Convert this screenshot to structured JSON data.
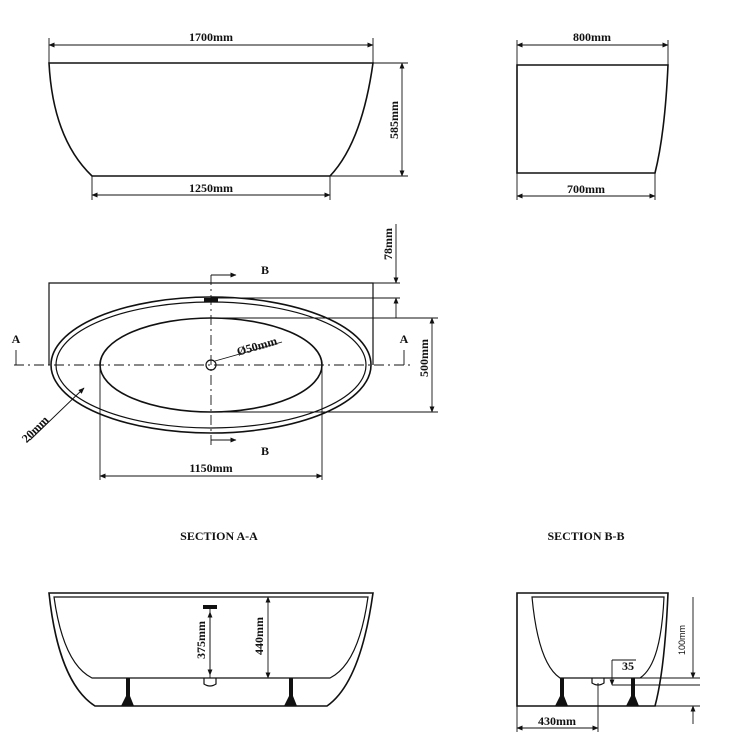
{
  "top_views": {
    "front_top_width": "1700mm",
    "front_bottom_width": "1250mm",
    "front_height": "585mm",
    "side_top_width": "800mm",
    "side_bottom_width": "700mm"
  },
  "plan_view": {
    "edge_depth": "78mm",
    "section_b_top": "B",
    "section_b_bottom": "B",
    "section_a_left": "A",
    "section_a_right": "A",
    "drain_diameter": "Ø50mm",
    "inner_width": "500mm",
    "rim_width": "20mm",
    "inner_length": "1150mm"
  },
  "section_a": {
    "title": "SECTION A-A",
    "drain_height": "375mm",
    "inner_depth": "440mm"
  },
  "section_b": {
    "title": "SECTION B-B",
    "overall_height": "100mm",
    "feet_height": "35",
    "waste_offset": "430mm"
  }
}
